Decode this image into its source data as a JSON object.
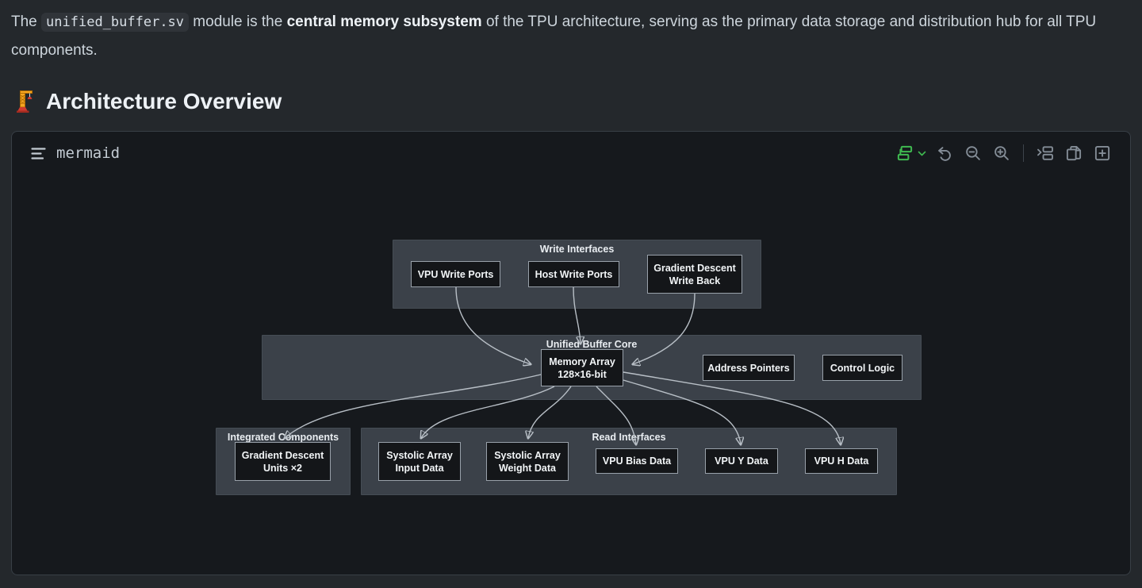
{
  "intro": {
    "prefix": "The ",
    "code": "unified_buffer.sv",
    "middle": " module is the ",
    "bold": "central memory subsystem",
    "suffix": " of the TPU architecture, serving as the primary data storage and distribution hub for all TPU components."
  },
  "heading": {
    "icon": "building-construction-icon",
    "text": "Architecture Overview"
  },
  "code_block": {
    "language": "mermaid",
    "header_icon": "list-icon",
    "toolbar_icons": [
      "mermaid-diagram-icon",
      "chevron-down-icon",
      "undo-icon",
      "zoom-out-icon",
      "zoom-in-icon",
      "source-view-icon",
      "copy-icon",
      "expand-icon"
    ]
  },
  "diagram": {
    "type": "flowchart",
    "subgraphs": [
      {
        "title": "Write Interfaces",
        "nodes": [
          {
            "label": "VPU Write Ports"
          },
          {
            "label": "Host Write Ports"
          },
          {
            "label": "Gradient Descent\nWrite Back"
          }
        ]
      },
      {
        "title": "Unified Buffer Core",
        "nodes": [
          {
            "label": "Memory Array\n128×16-bit"
          },
          {
            "label": "Address Pointers"
          },
          {
            "label": "Control Logic"
          }
        ]
      },
      {
        "title": "Integrated Components",
        "nodes": [
          {
            "label": "Gradient Descent\nUnits ×2"
          }
        ]
      },
      {
        "title": "Read Interfaces",
        "nodes": [
          {
            "label": "Systolic Array\nInput Data"
          },
          {
            "label": "Systolic Array\nWeight Data"
          },
          {
            "label": "VPU Bias Data"
          },
          {
            "label": "VPU Y Data"
          },
          {
            "label": "VPU H Data"
          }
        ]
      }
    ],
    "edges": [
      {
        "from": "VPU Write Ports",
        "to": "Memory Array"
      },
      {
        "from": "Host Write Ports",
        "to": "Memory Array"
      },
      {
        "from": "Gradient Descent Write Back",
        "to": "Memory Array"
      },
      {
        "from": "Memory Array",
        "to": "Gradient Descent Units ×2"
      },
      {
        "from": "Memory Array",
        "to": "Systolic Array Input Data"
      },
      {
        "from": "Memory Array",
        "to": "Systolic Array Weight Data"
      },
      {
        "from": "Memory Array",
        "to": "VPU Bias Data"
      },
      {
        "from": "Memory Array",
        "to": "VPU Y Data"
      },
      {
        "from": "Memory Array",
        "to": "VPU H Data"
      }
    ],
    "colors": {
      "accent_green": "#3fb950",
      "page_bg": "#24282c",
      "panel_bg": "#16191d",
      "subgraph_fill": "#3b4149",
      "node_fill": "#141619",
      "node_border": "#99a1aa",
      "edge": "#b8bfc6"
    }
  }
}
